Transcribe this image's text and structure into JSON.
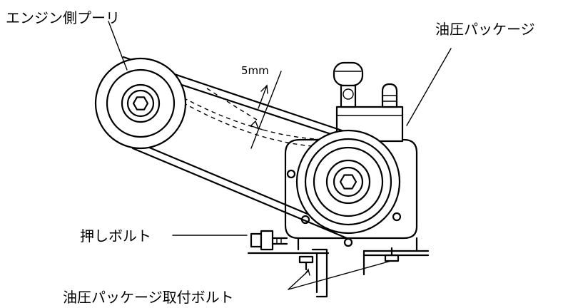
{
  "labels": {
    "engine_pulley": "エンジン側プーリ",
    "hydraulic_package": "油圧パッケージ",
    "deflection": "5mm",
    "push_bolt": "押しボルト",
    "mounting_bolt": "油圧パッケージ取付ボルト"
  }
}
